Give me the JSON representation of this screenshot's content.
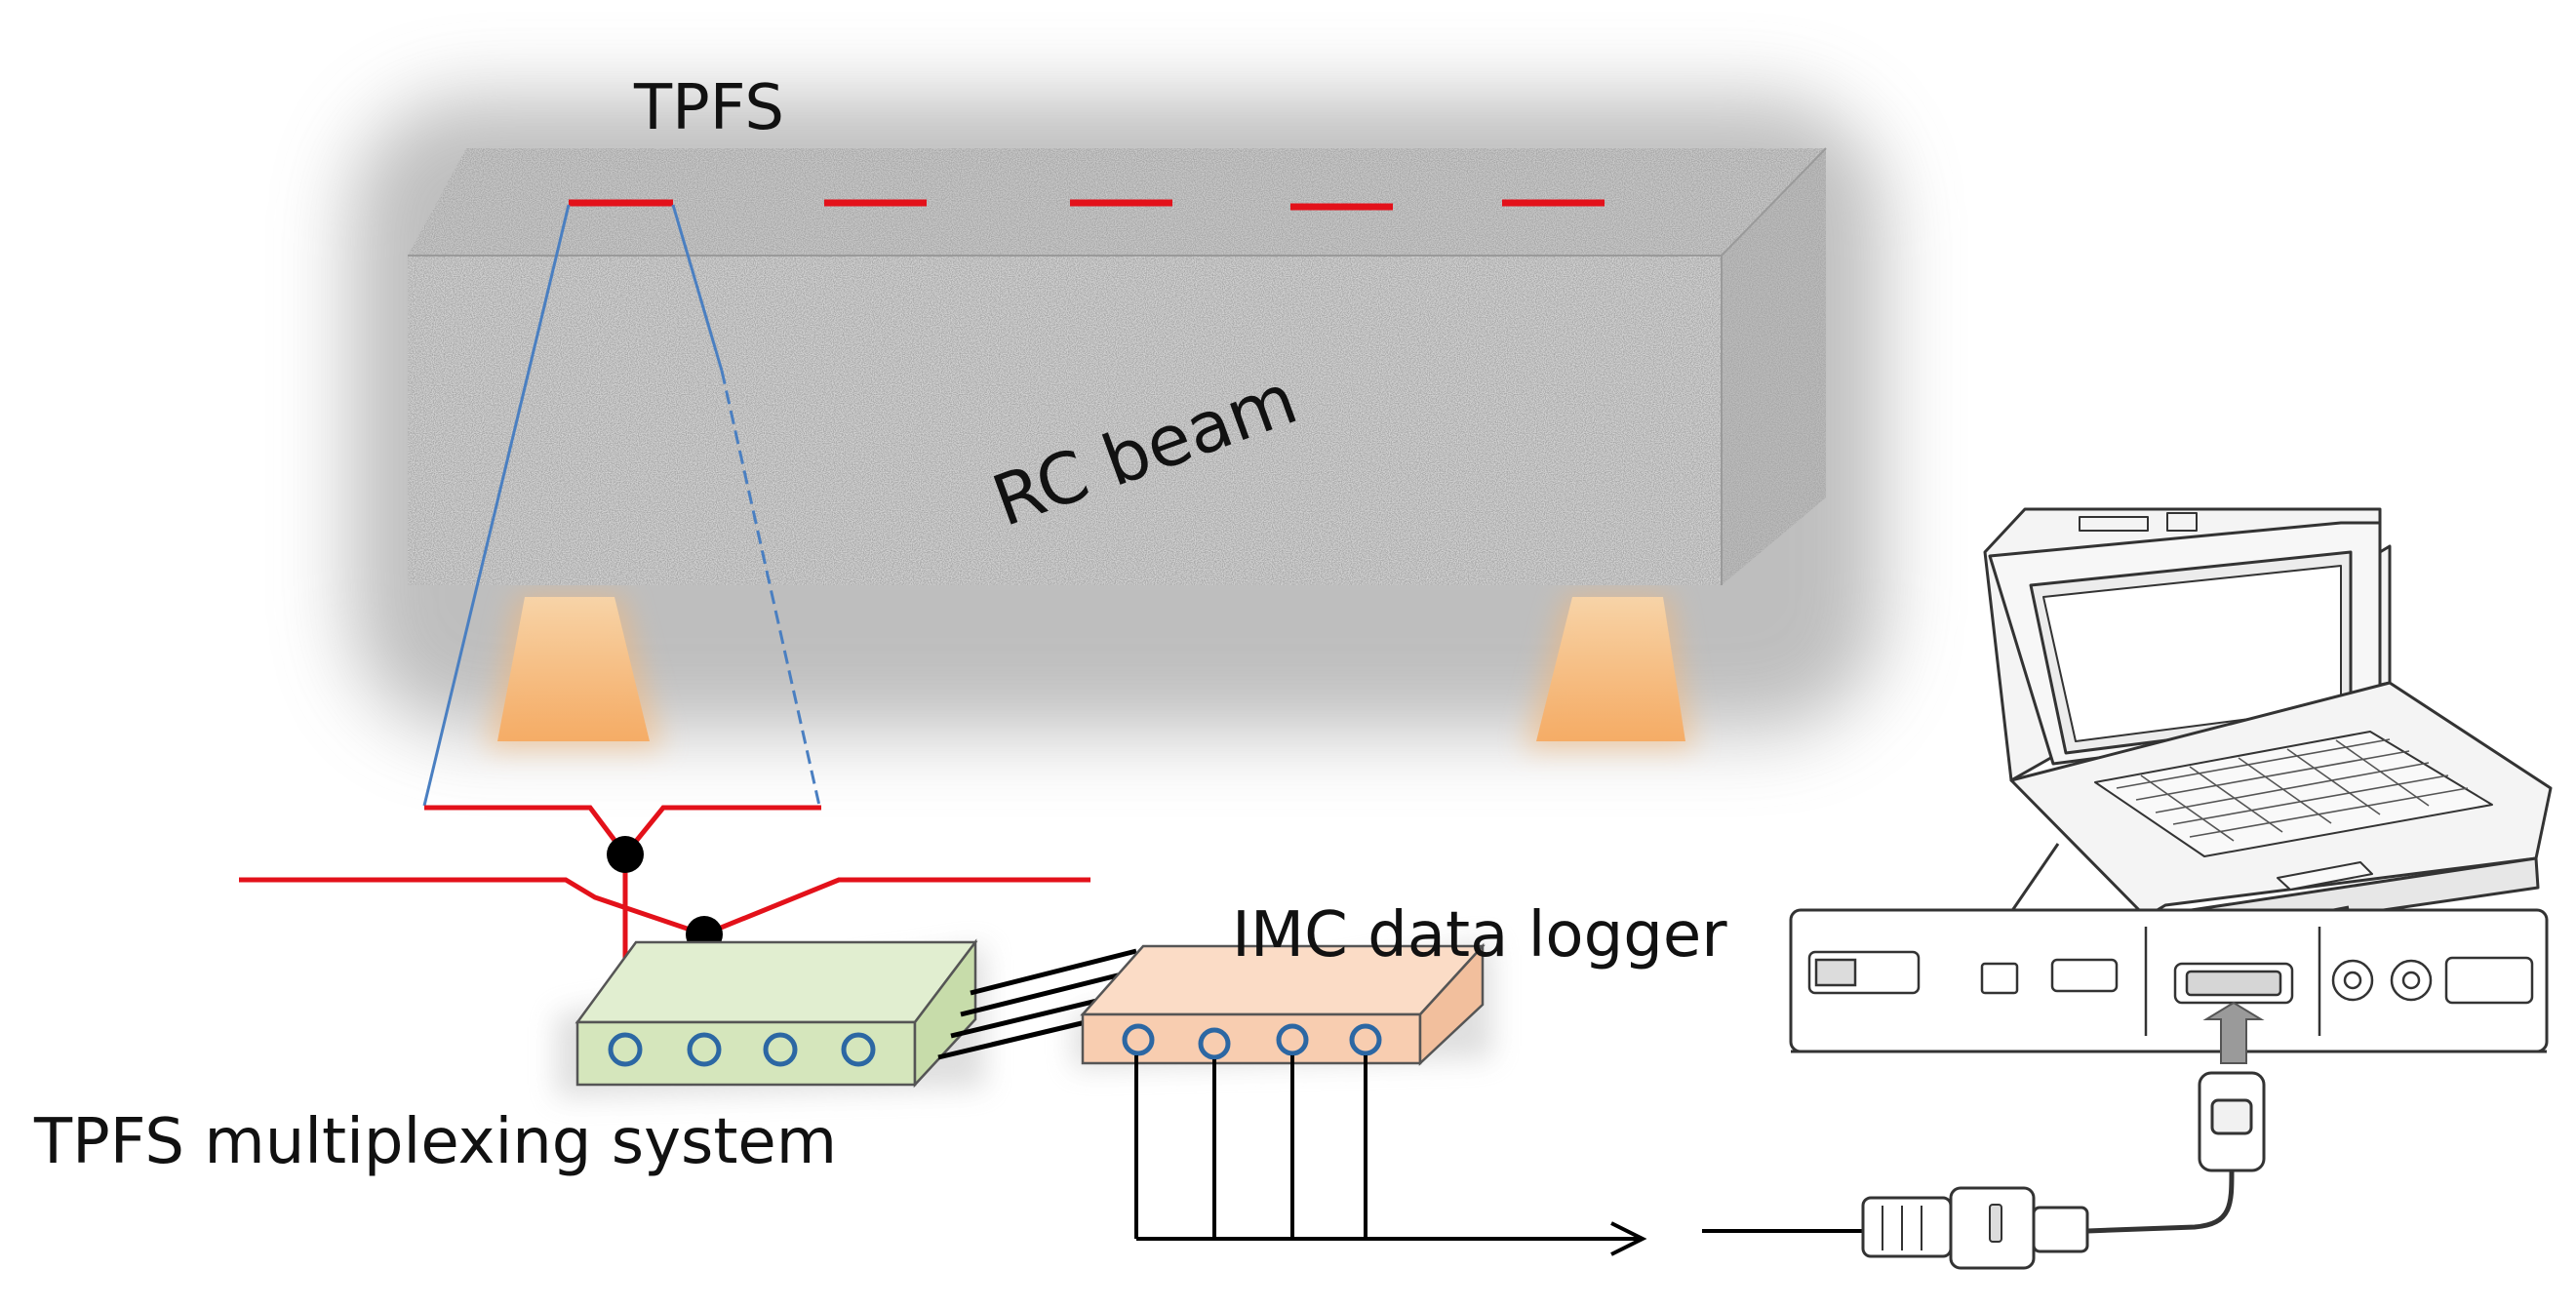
{
  "labels": {
    "sensor": "TPFS",
    "beam": "RC beam",
    "logger": "IMC data logger",
    "mux": "TPFS multiplexing system"
  },
  "colors": {
    "sensor_line": "#e3111a",
    "leader_line": "#4a7fc1",
    "port_ring": "#2c67a3",
    "mux_box": "#d5e6bc",
    "logger_box": "#f8cdb0",
    "support": "#f6b06a",
    "wire": "#000000"
  },
  "icons": {
    "laptop": "laptop-icon",
    "serial_cable": "serial-cable-icon"
  }
}
